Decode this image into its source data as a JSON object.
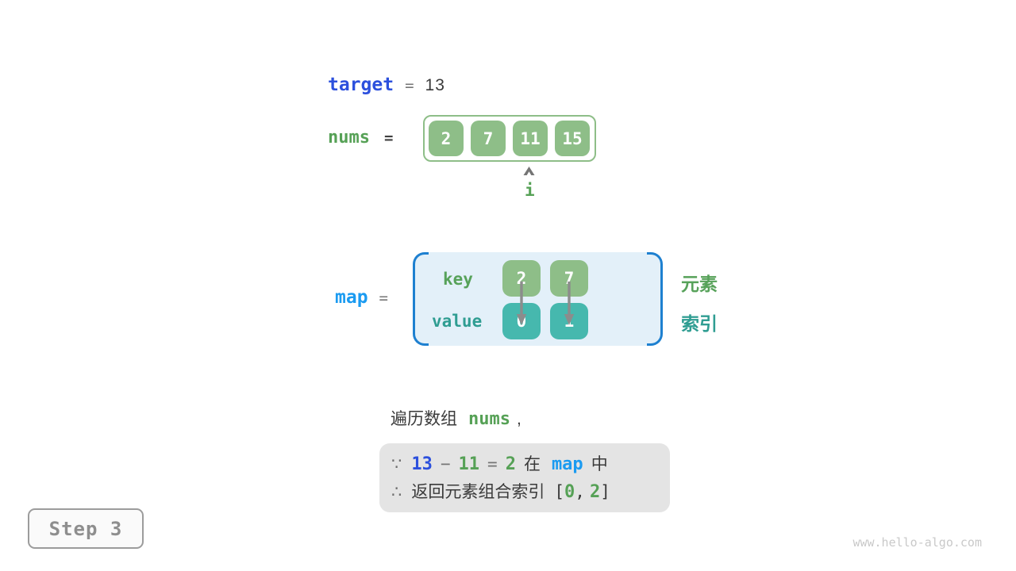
{
  "page": {
    "step_label": "Step 3",
    "watermark": "www.hello-algo.com"
  },
  "colors": {
    "royal_blue": "#2c50dd",
    "bright_blue": "#1b9bf1",
    "green": "#56a156",
    "green_box": "#8ebe88",
    "teal": "#2f9d92",
    "teal_box": "#46b8ae",
    "map_bracket_blue": "#1e80d0",
    "map_bg": "#e3f0f9",
    "gray_box_bg": "#e4e4e4"
  },
  "target": {
    "label": "target",
    "equals": "=",
    "value": "13"
  },
  "nums": {
    "label": "nums",
    "equals": "=",
    "values": [
      "2",
      "7",
      "11",
      "15"
    ],
    "pointer_label": "i"
  },
  "map": {
    "label": "map",
    "equals": "=",
    "key_label": "key",
    "value_label": "value",
    "keys": [
      "2",
      "7"
    ],
    "values": [
      "0",
      "1"
    ],
    "element_label": "元素",
    "index_label": "索引"
  },
  "caption": {
    "prefix": "遍历数组",
    "nums_label": "nums",
    "comma": ","
  },
  "conclusion": {
    "because_symbol": "∵",
    "target_value": "13",
    "minus": "−",
    "current_value": "11",
    "equals": "=",
    "complement": "2",
    "in_text": "在",
    "map_label": "map",
    "suffix_text": "中",
    "therefore_symbol": "∴",
    "return_text": "返回元素组合索引",
    "bracket_open": "[",
    "index_first": "0",
    "comma": ",",
    "index_second": "2",
    "bracket_close": "]"
  }
}
